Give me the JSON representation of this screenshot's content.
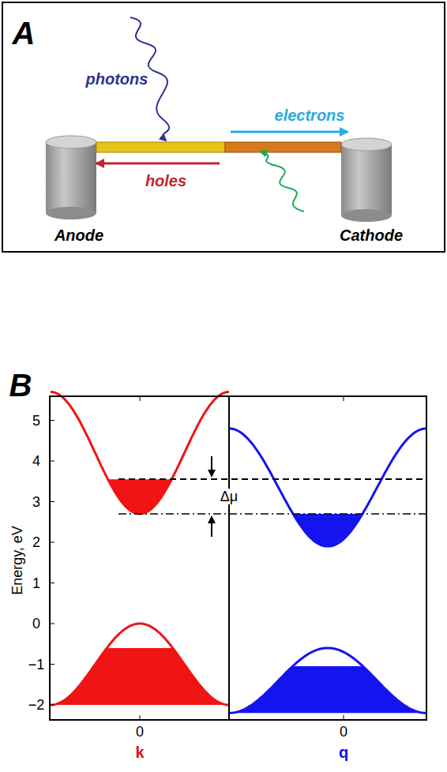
{
  "diagram": {
    "labels": [
      "A",
      "photons",
      "electrons",
      "holes",
      "Anode",
      "Cathode",
      "B",
      "5",
      "4",
      "3",
      "2",
      "1",
      "0",
      "−1",
      "−2",
      "Energy, eV",
      "Δμ",
      "0",
      "k",
      "0",
      "q"
    ]
  }
}
